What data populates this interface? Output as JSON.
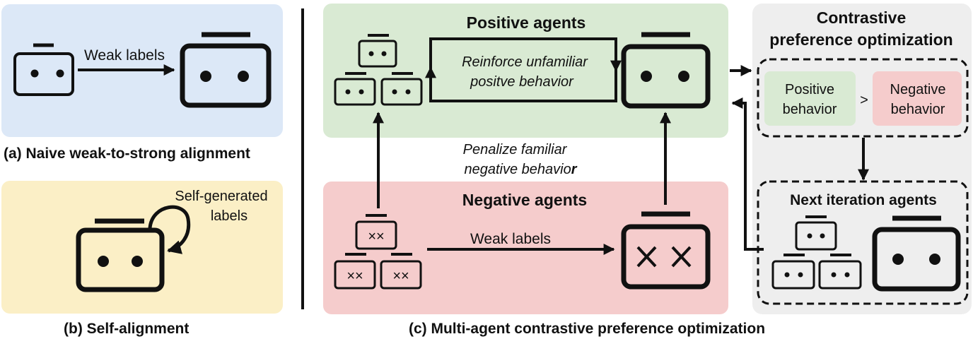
{
  "panel_a": {
    "arrow_label": "Weak labels",
    "caption": "(a) Naive weak-to-strong alignment"
  },
  "panel_b": {
    "loop_label_line1": "Self-generated",
    "loop_label_line2": "labels",
    "caption": "(b) Self-alignment"
  },
  "panel_c": {
    "positive_title": "Positive agents",
    "reinforce_line1": "Reinforce unfamiliar",
    "reinforce_line2": "positve behavior",
    "penalize_line1": "Penalize familiar",
    "penalize_line2": "negative behavio",
    "penalize_line2_bold": "r",
    "negative_title": "Negative agents",
    "weak_labels": "Weak labels",
    "caption": "(c) Multi-agent contrastive preference optimization"
  },
  "cpo": {
    "title_line1": "Contrastive",
    "title_line2": "preference optimization",
    "positive_line1": "Positive",
    "positive_line2": "behavior",
    "comparator": ">",
    "negative_line1": "Negative",
    "negative_line2": "behavior",
    "next_title": "Next iteration agents"
  },
  "colors": {
    "blue_panel": "#dce8f7",
    "yellow_panel": "#fbefc6",
    "green_panel": "#d9ead3",
    "red_panel": "#f5cccc",
    "gray_panel": "#eeeeee",
    "ink": "#111111"
  }
}
